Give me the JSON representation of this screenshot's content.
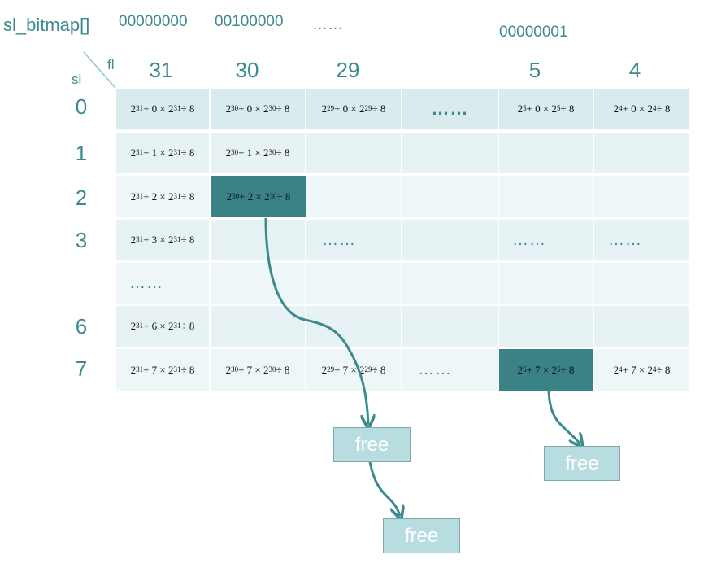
{
  "title": "sl_bitmap[]",
  "bitmap_values": [
    "00000000",
    "00100000",
    "……",
    "00000001"
  ],
  "corner": {
    "fl": "fl",
    "sl": "sl"
  },
  "fl_headers": [
    "31",
    "30",
    "29",
    "5",
    "4"
  ],
  "sl_headers": [
    "0",
    "1",
    "2",
    "3",
    "6",
    "7"
  ],
  "rows": {
    "r0": {
      "c31": [
        "31",
        " + 0 × 2",
        "31",
        " ÷ 8"
      ],
      "c30": [
        "30",
        " + 0 × 2",
        "30",
        " ÷ 8"
      ],
      "c29": [
        "29",
        " + 0 × 2",
        "29",
        " ÷ 8"
      ],
      "dots": "……",
      "c5": [
        "5",
        " + 0 × 2",
        "5",
        " ÷ 8"
      ],
      "c4": [
        "4",
        " + 0 × 2",
        "4",
        " ÷ 8"
      ]
    },
    "r1": {
      "c31": [
        "31",
        " + 1 × 2",
        "31",
        " ÷ 8"
      ],
      "c30": [
        "30",
        " + 1 × 2",
        "30",
        " ÷ 8"
      ]
    },
    "r2": {
      "c31": [
        "31",
        " + 2 × 2",
        "31",
        " ÷ 8"
      ],
      "c30": [
        "30",
        " + 2 × 2",
        "30",
        " ÷ 8"
      ]
    },
    "r3": {
      "c31": [
        "31",
        " + 3 × 2",
        "31",
        " ÷ 8"
      ],
      "dots29": "……",
      "dots5": "……",
      "dots4": "……"
    },
    "r4": {
      "dots": "……"
    },
    "r6": {
      "c31": [
        "31",
        " + 6 × 2",
        "31",
        " ÷ 8"
      ]
    },
    "r7": {
      "c31": [
        "31",
        " + 7 × 2",
        "31",
        " ÷ 8"
      ],
      "c30": [
        "30",
        " + 7 × 2",
        "30",
        " ÷ 8"
      ],
      "c29": [
        "29",
        " + 7 × 2",
        "29",
        " ÷ 8"
      ],
      "dots": "……",
      "c5": [
        "5",
        " + 7 × 2",
        "5",
        " ÷ 8"
      ],
      "c4": [
        "4",
        " + 7 × 2",
        "4",
        " ÷ 8"
      ]
    }
  },
  "free_label": "free",
  "colors": {
    "accent": "#3d8a8e",
    "highlight": "#3a8285",
    "row_light": "#e3f0f1",
    "row_lighter": "#eef6f7",
    "free_box": "#b8dde0"
  }
}
